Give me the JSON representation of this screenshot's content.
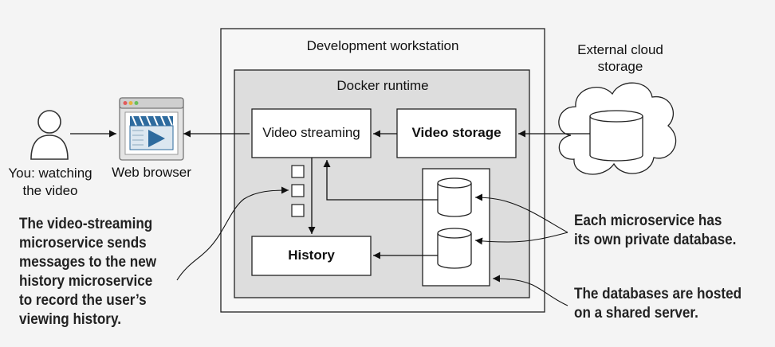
{
  "actors": {
    "user": "You: watching the video",
    "user_line1": "You: watching",
    "user_line2": "the video",
    "browser": "Web browser"
  },
  "containers": {
    "workstation": "Development workstation",
    "docker": "Docker runtime"
  },
  "services": {
    "video_streaming": "Video streaming",
    "video_storage": "Video storage",
    "history": "History"
  },
  "cloud": {
    "line1": "External cloud",
    "line2": "storage"
  },
  "annotations": {
    "left": [
      "The video-streaming",
      "microservice sends",
      "messages to the new",
      "history microservice",
      "to record the user’s",
      "viewing history."
    ],
    "right_top": [
      "Each microservice has",
      "its own private database."
    ],
    "right_bottom": [
      "The databases are hosted",
      "on a shared server."
    ]
  },
  "icons": {
    "user": "user-icon",
    "browser": "web-browser-video-icon",
    "cloud": "cloud-icon",
    "database": "database-icon",
    "message_queue": "message-square-icon"
  }
}
